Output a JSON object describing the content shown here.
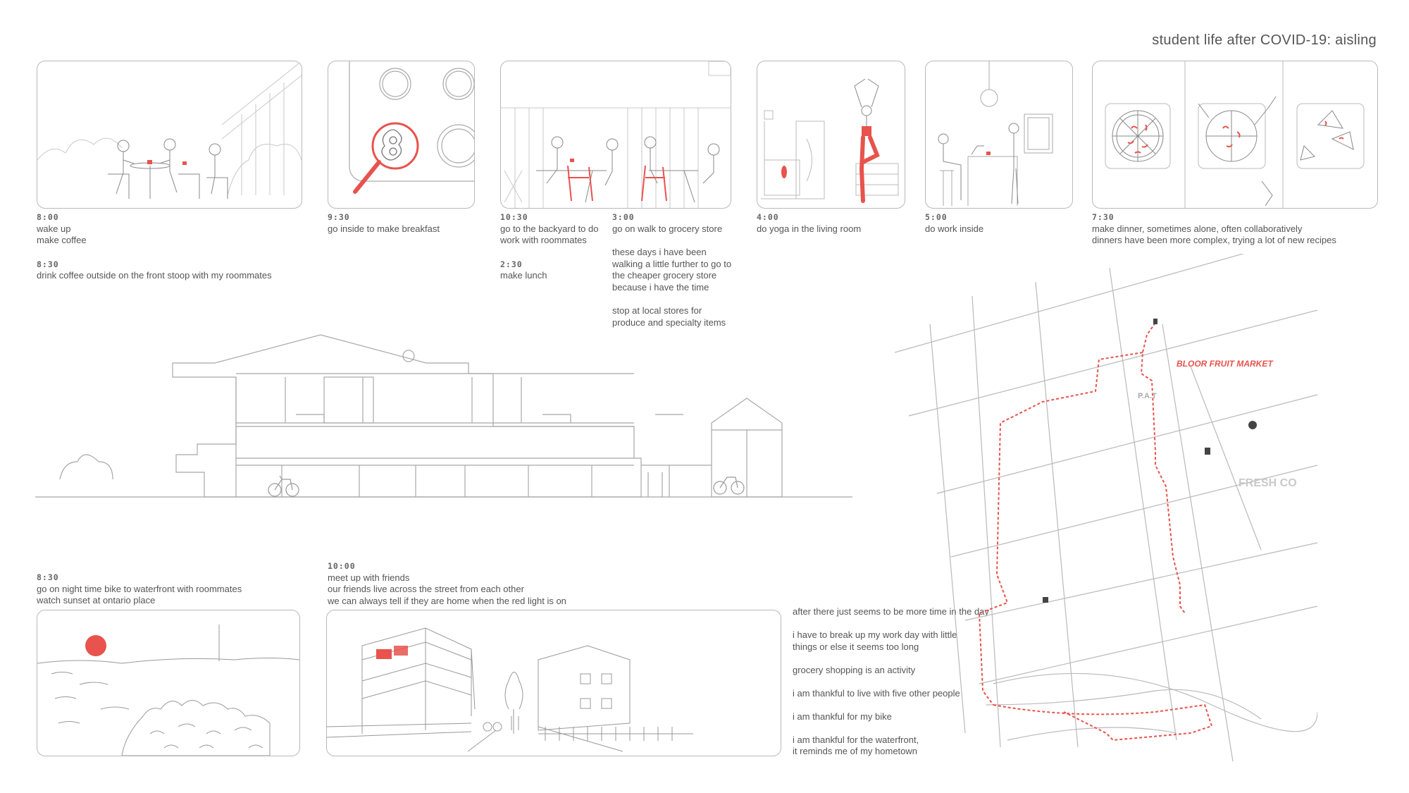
{
  "title": "student life after COVID-19: aisling",
  "captions": {
    "wake": {
      "time1": "8:00",
      "line1": "wake up",
      "line2": "make coffee",
      "time2": "8:30",
      "line3": "drink coffee outside on the front stoop with my roommates"
    },
    "breakfast": {
      "time": "9:30",
      "line1": "go inside to make breakfast"
    },
    "backyard": {
      "time1": "10:30",
      "line1": "go to the backyard to do",
      "line2": "work with roommates",
      "time2": "2:30",
      "line3": "make lunch"
    },
    "walk": {
      "time": "3:00",
      "line1": "go on walk to grocery store",
      "line2": "these days i have been",
      "line3": "walking a little further to go to",
      "line4": "the cheaper grocery store",
      "line5": "because i have the time",
      "line6": "stop at local stores for",
      "line7": "produce and specialty items"
    },
    "yoga": {
      "time": "4:00",
      "line1": "do yoga in the living room"
    },
    "work": {
      "time": "5:00",
      "line1": "do work inside"
    },
    "dinner": {
      "time": "7:30",
      "line1": "make dinner, sometimes alone, often collaboratively",
      "line2": "dinners have been more complex, trying a lot of new recipes"
    },
    "bike": {
      "time": "8:30",
      "line1": "go on night time bike to waterfront with roommates",
      "line2": "watch sunset at ontario place"
    },
    "friends": {
      "time": "10:00",
      "line1": "meet up with friends",
      "line2": "our friends live across the street from each other",
      "line3": "we can always tell if they are home when the red light is on"
    }
  },
  "notes": {
    "n1": "after there just seems to be more time in the day",
    "n2a": "i have to break up my work day with little",
    "n2b": "things or else it seems too long",
    "n3": "grocery shopping is an activity",
    "n4": "i am thankful to live with five other people",
    "n5": "i am thankful for my bike",
    "n6a": "i am thankful for the waterfront,",
    "n6b": "it reminds me of my hometown"
  },
  "map_labels": {
    "store1": "BLOOR FRUIT MARKET",
    "store2": "P.A.T",
    "store3": "FRESH CO"
  },
  "colors": {
    "accent": "#e8534d",
    "line": "#b9b9b9",
    "text": "#555555"
  },
  "icons": [
    "coffee-cup-icon",
    "fried-egg-icon",
    "magnifier-icon",
    "pizza-icon",
    "sun-icon",
    "bicycle-icon"
  ]
}
